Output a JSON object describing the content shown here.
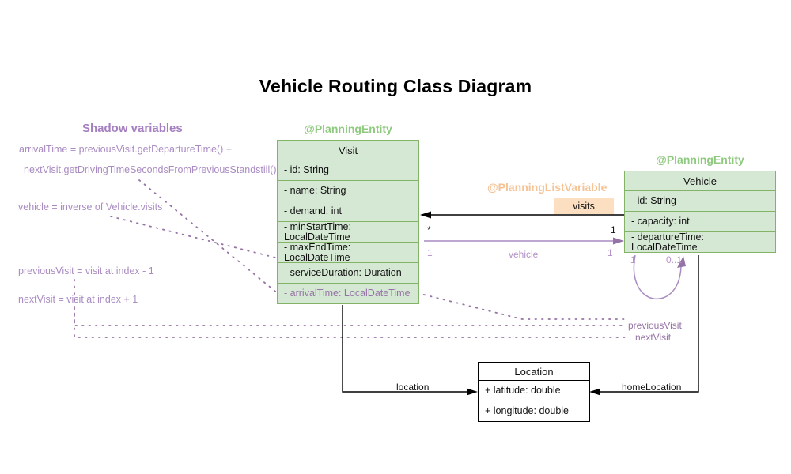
{
  "title": "Vehicle Routing Class Diagram",
  "colors": {
    "entity_fill": "#d5e8d4",
    "entity_stroke": "#82b366",
    "entity_stereotype": "#8fc97f",
    "list_variable_stereotype": "#f5c396",
    "badge_fill": "#fbdfc0",
    "shadow_purple": "#a98bc2",
    "shadow_title": "#a57fc0",
    "plain_stroke": "#000000",
    "shadow_field": "#9673a6"
  },
  "classes": {
    "visit": {
      "stereotype": "@PlanningEntity",
      "name": "Visit",
      "fields": [
        {
          "text": "- id: String",
          "shadow": false
        },
        {
          "text": "- name: String",
          "shadow": false
        },
        {
          "text": "- demand: int",
          "shadow": false
        },
        {
          "text": "- minStartTime: LocalDateTime",
          "shadow": false
        },
        {
          "text": "- maxEndTime: LocalDateTime",
          "shadow": false
        },
        {
          "text": "- serviceDuration: Duration",
          "shadow": false
        },
        {
          "text": "- arrivalTime: LocalDateTime",
          "shadow": true
        }
      ]
    },
    "vehicle": {
      "stereotype": "@PlanningEntity",
      "name": "Vehicle",
      "fields": [
        {
          "text": "- id: String",
          "shadow": false
        },
        {
          "text": "- capacity: int",
          "shadow": false
        },
        {
          "text": "- departureTime: LocalDateTime",
          "shadow": false
        }
      ]
    },
    "location": {
      "stereotype": "",
      "name": "Location",
      "fields": [
        {
          "text": "+ latitude: double",
          "shadow": false
        },
        {
          "text": "+ longitude: double",
          "shadow": false
        }
      ]
    }
  },
  "annotations": {
    "list_variable_stereotype": "@PlanningListVariable",
    "visits_badge": "visits"
  },
  "shadow_panel": {
    "title": "Shadow variables",
    "lines": [
      "arrivalTime = previousVisit.getDepartureTime() +",
      "nextVisit.getDrivingTimeSecondsFromPreviousStandstill()",
      "vehicle = inverse of Vehicle.visits",
      "previousVisit = visit at index - 1",
      "nextVisit = visit at index + 1"
    ]
  },
  "relations": {
    "visits_src_mult": "*",
    "visits_dst_mult": "1",
    "vehicle_label": "vehicle",
    "vehicle_src_mult": "1",
    "vehicle_dst_mult": "1",
    "self_loop_mult_left": "1",
    "self_loop_mult_right": "0..1",
    "previous_visit_label": "previousVisit",
    "next_visit_label": "nextVisit",
    "location_label": "location",
    "home_location_label": "homeLocation"
  }
}
